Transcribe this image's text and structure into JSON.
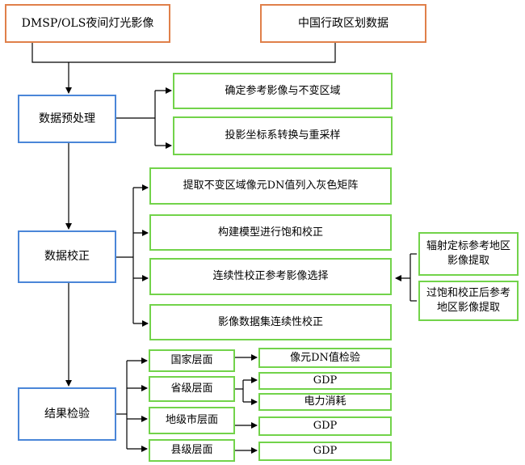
{
  "sources": {
    "dmsp": "DMSP/OLS夜间灯光影像",
    "admin": "中国行政区划数据"
  },
  "stages": {
    "preprocess": "数据预处理",
    "correction": "数据校正",
    "validation": "结果检验"
  },
  "preprocess_steps": [
    "确定参考影像与不变区域",
    "投影坐标系转换与重采样"
  ],
  "correction_steps": [
    "提取不变区域像元DN值列入灰色矩阵",
    "构建模型进行饱和校正",
    "连续性校正参考影像选择",
    "影像数据集连续性校正"
  ],
  "reference_extraction": [
    "辐射定标参考地区影像提取",
    "过饱和校正后参考地区影像提取"
  ],
  "validation_levels": [
    "国家层面",
    "省级层面",
    "地级市层面",
    "县级层面"
  ],
  "validation_checks": {
    "national": "像元DN值检验",
    "provincial_gdp": "GDP",
    "provincial_power": "电力消耗",
    "prefecture_gdp": "GDP",
    "county_gdp": "GDP"
  }
}
